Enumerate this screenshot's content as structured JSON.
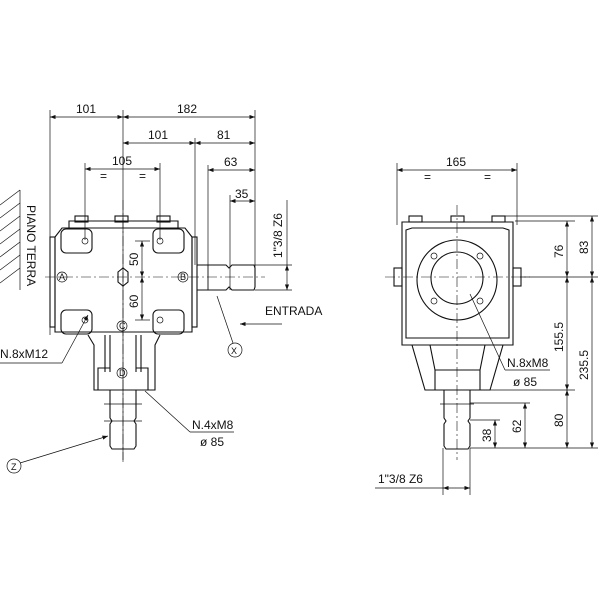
{
  "front_view": {
    "dims": {
      "overall_left": "101",
      "overall_total": "182",
      "center_to_face": "101",
      "face_to_shaft_end": "81",
      "shaft_length": "63",
      "spline_length": "35",
      "bolt_spacing": "105",
      "upper_offset": "50",
      "lower_offset": "60",
      "equal_mark": "="
    },
    "shaft_spec": "1\"3/8  Z6",
    "ground_label": "PIANO  TERRA",
    "input_label": "ENTRADA",
    "face_labels": [
      "A",
      "B",
      "C",
      "D"
    ],
    "callouts": {
      "input_shaft": "X",
      "output_shaft": "Z"
    },
    "bolt_note": "N.8xM12",
    "flange_note": "N.4xM8",
    "flange_diameter": "ø 85"
  },
  "side_view": {
    "dims": {
      "width": "165",
      "top_to_center": "76",
      "overall_top_to_center": "83",
      "center_to_flange": "155.5",
      "center_to_shaft_end": "235.5",
      "shaft_length": "80",
      "shaft_62": "62",
      "spline_38": "38",
      "equal_mark": "="
    },
    "bolt_note": "N.8xM8",
    "flange_diameter": "ø 85",
    "shaft_spec": "1\"3/8  Z6"
  }
}
